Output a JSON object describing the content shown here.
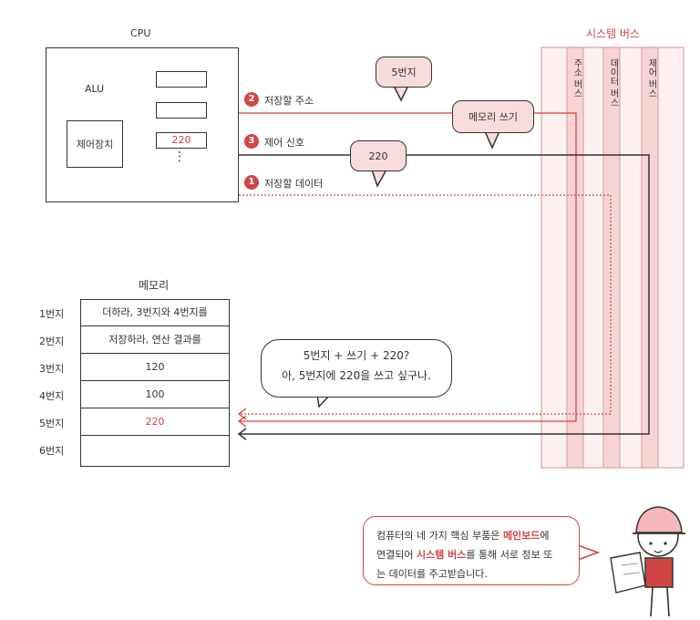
{
  "cpu": {
    "title": "CPU",
    "alu": "ALU",
    "control_unit": "제어장치",
    "register_value": "220",
    "ellipsis": "⋮"
  },
  "signals": {
    "address": {
      "num": "2",
      "label": "저장할 주소"
    },
    "control": {
      "num": "3",
      "label": "제어 신호"
    },
    "data": {
      "num": "1",
      "label": "저장할 데이터"
    }
  },
  "bubbles": {
    "address_value": "5번지",
    "control_value": "메모리 쓰기",
    "data_value": "220"
  },
  "system_bus": {
    "title": "시스템 버스",
    "lanes": [
      "주소 버스",
      "데이터 버스",
      "제어 버스"
    ]
  },
  "memory": {
    "title": "메모리",
    "rows": [
      {
        "address": "1번지",
        "content": "더하라, 3번지와 4번지를"
      },
      {
        "address": "2번지",
        "content": "저장하라, 연산 결과를"
      },
      {
        "address": "3번지",
        "content": "120"
      },
      {
        "address": "4번지",
        "content": "100"
      },
      {
        "address": "5번지",
        "content": "220"
      },
      {
        "address": "6번지",
        "content": ""
      }
    ]
  },
  "thought": {
    "line1": "5번지 + 쓰기 + 220?",
    "line2": "아, 5번지에 220을 쓰고 싶구나."
  },
  "info": {
    "part1": "컴퓨터의 네 가지 핵심 부품은 ",
    "highlight1": "메인보드",
    "part2": "에",
    "part3": "연결되어 ",
    "highlight2": "시스템 버스",
    "part4": "를 통해 서로 정보 또",
    "part5": "는 데이터를 주고받습니다."
  },
  "colors": {
    "accent": "#d24545",
    "bus_fill": "#fbe8e8",
    "bubble_fill": "#f8dcdc"
  }
}
